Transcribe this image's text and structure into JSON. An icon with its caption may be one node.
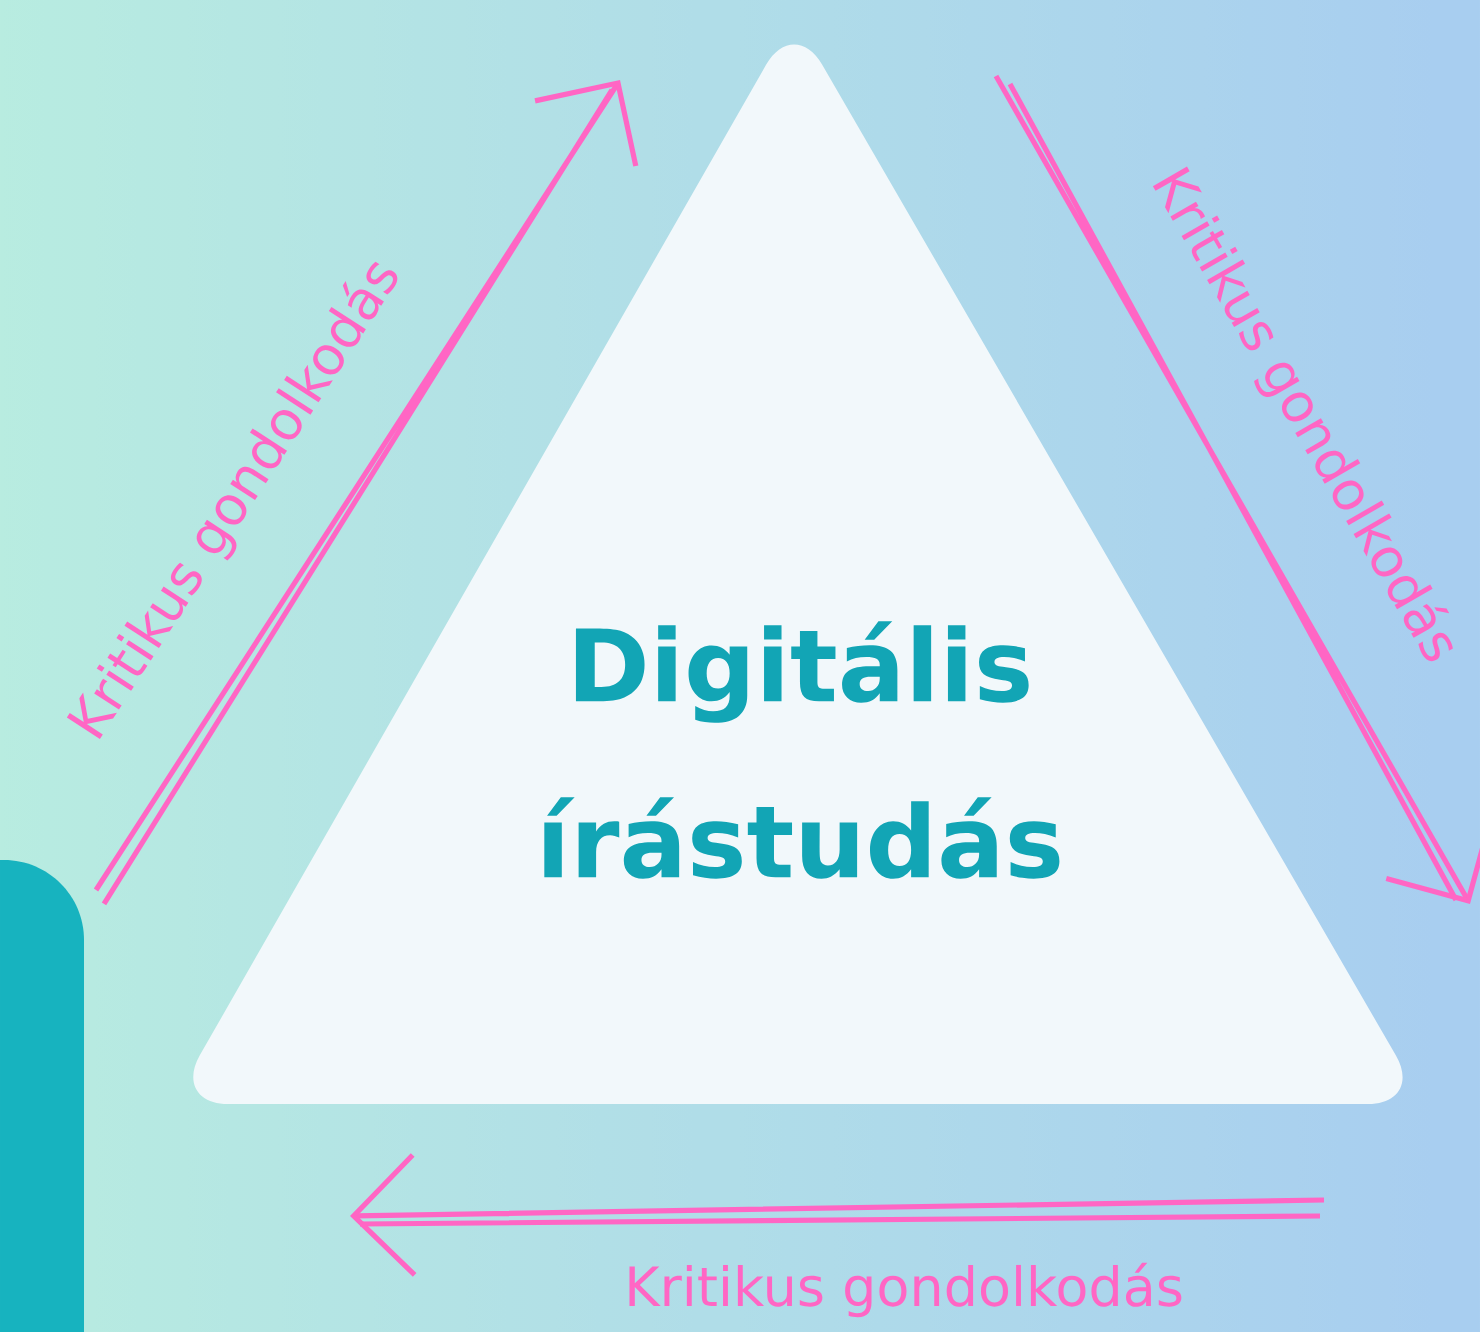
{
  "diagram": {
    "nodes": [
      {
        "text": [
          "Digitális írástudás"
        ]
      }
    ],
    "labels": [
      "Kritikus gondolkodás",
      "Kritikus gondolkodás",
      "Kritikus gondolkodás"
    ]
  }
}
